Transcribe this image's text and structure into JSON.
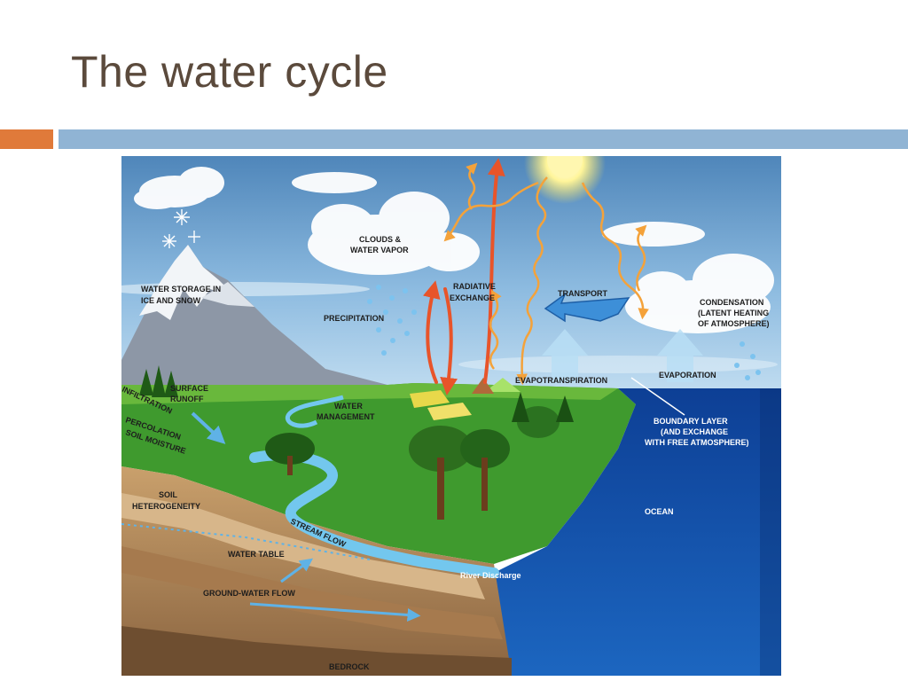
{
  "slide": {
    "title": "The water cycle"
  },
  "diagram": {
    "labels": {
      "clouds_line1": "CLOUDS &",
      "clouds_line2": "WATER VAPOR",
      "water_storage_line1": "WATER STORAGE IN",
      "water_storage_line2": "ICE AND SNOW",
      "precipitation": "PRECIPITATION",
      "radiative_line1": "RADIATIVE",
      "radiative_line2": "EXCHANGE",
      "transport": "TRANSPORT",
      "condensation_line1": "CONDENSATION",
      "condensation_line2": "(LATENT HEATING",
      "condensation_line3": "OF ATMOSPHERE)",
      "surface_runoff_line1": "SURFACE",
      "surface_runoff_line2": "RUNOFF",
      "infiltration": "INFILTRATION",
      "evapotranspiration": "EVAPOTRANSPIRATION",
      "evaporation": "EVAPORATION",
      "water_management_line1": "WATER",
      "water_management_line2": "MANAGEMENT",
      "boundary_line1": "BOUNDARY LAYER",
      "boundary_line2": "(AND EXCHANGE",
      "boundary_line3": "WITH FREE ATMOSPHERE)",
      "percolation": "PERCOLATION",
      "soil_moisture": "SOIL MOISTURE",
      "soil_het_line1": "SOIL",
      "soil_het_line2": "HETEROGENEITY",
      "ocean": "OCEAN",
      "stream_flow": "STREAM FLOW",
      "water_table": "WATER TABLE",
      "river_discharge": "River Discharge",
      "groundwater_flow": "GROUND-WATER FLOW",
      "bedrock": "BEDROCK"
    },
    "colors": {
      "sky": "#9cc6e6",
      "ocean": "#1a4fa6",
      "land": "#3f9a2e",
      "soil": "#b98a5a",
      "arrow_red": "#e8542a",
      "arrow_orange": "#f4a23a",
      "sun": "#fff28a"
    }
  }
}
